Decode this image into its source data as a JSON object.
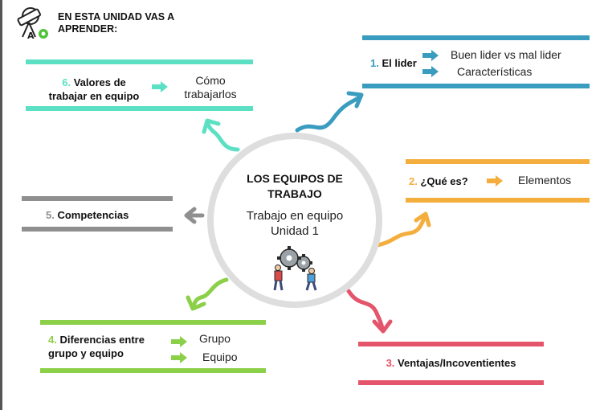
{
  "header": {
    "line1": "EN ESTA UNIDAD VAS A",
    "line2": "APRENDER:"
  },
  "center": {
    "title_line1": "LOS EQUIPOS DE",
    "title_line2": "TRABAJO",
    "subtitle_line1": "Trabajo en equipo",
    "subtitle_line2": "Unidad 1"
  },
  "topics": [
    {
      "number": "1.",
      "label": "El lider",
      "items": [
        "Buen lider vs mal lider",
        "Características"
      ],
      "color": "#3a9cbf"
    },
    {
      "number": "2.",
      "label": "¿Qué es?",
      "items": [
        "Elementos"
      ],
      "color": "#f4ae3d"
    },
    {
      "number": "3.",
      "label": "Ventajas/Incoventientes",
      "items": [],
      "color": "#e4546a"
    },
    {
      "number": "4.",
      "label_line1": "Diferencias entre",
      "label_line2": "grupo y equipo",
      "items": [
        "Grupo",
        "Equipo"
      ],
      "color": "#8bd048"
    },
    {
      "number": "5.",
      "label": "Competencias",
      "items": [],
      "color": "#8f8f8f"
    },
    {
      "number": "6.",
      "label_line1": "Valores de",
      "label_line2": "trabajar en equipo",
      "items": [
        "Cómo",
        "trabajarlos"
      ],
      "color": "#5be0c4"
    }
  ]
}
